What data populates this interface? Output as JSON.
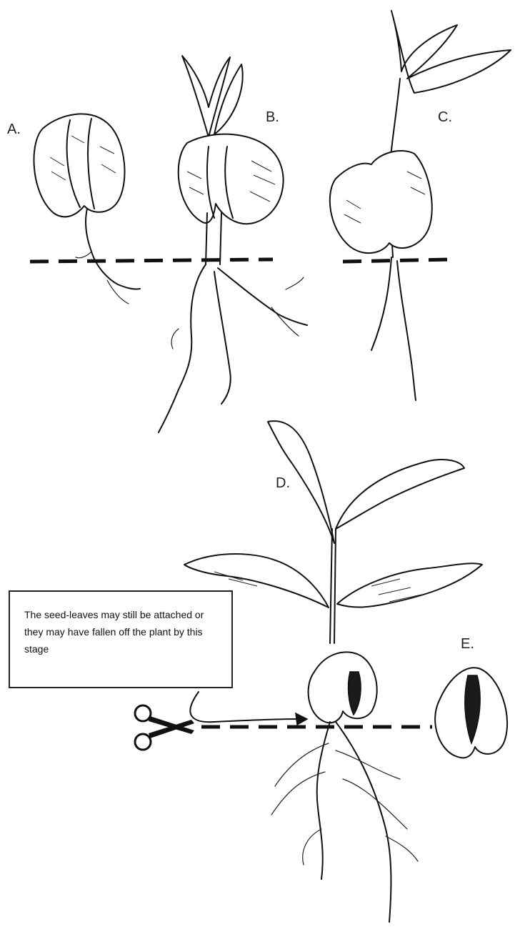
{
  "labels": {
    "a": "A.",
    "b": "B.",
    "c": "C.",
    "d": "D.",
    "e": "E."
  },
  "note": {
    "text": "The seed-leaves may still be attached or they may have fallen off the plant by this stage"
  },
  "icons": {
    "scissors": "scissors-icon",
    "arrow": "arrow-icon"
  }
}
